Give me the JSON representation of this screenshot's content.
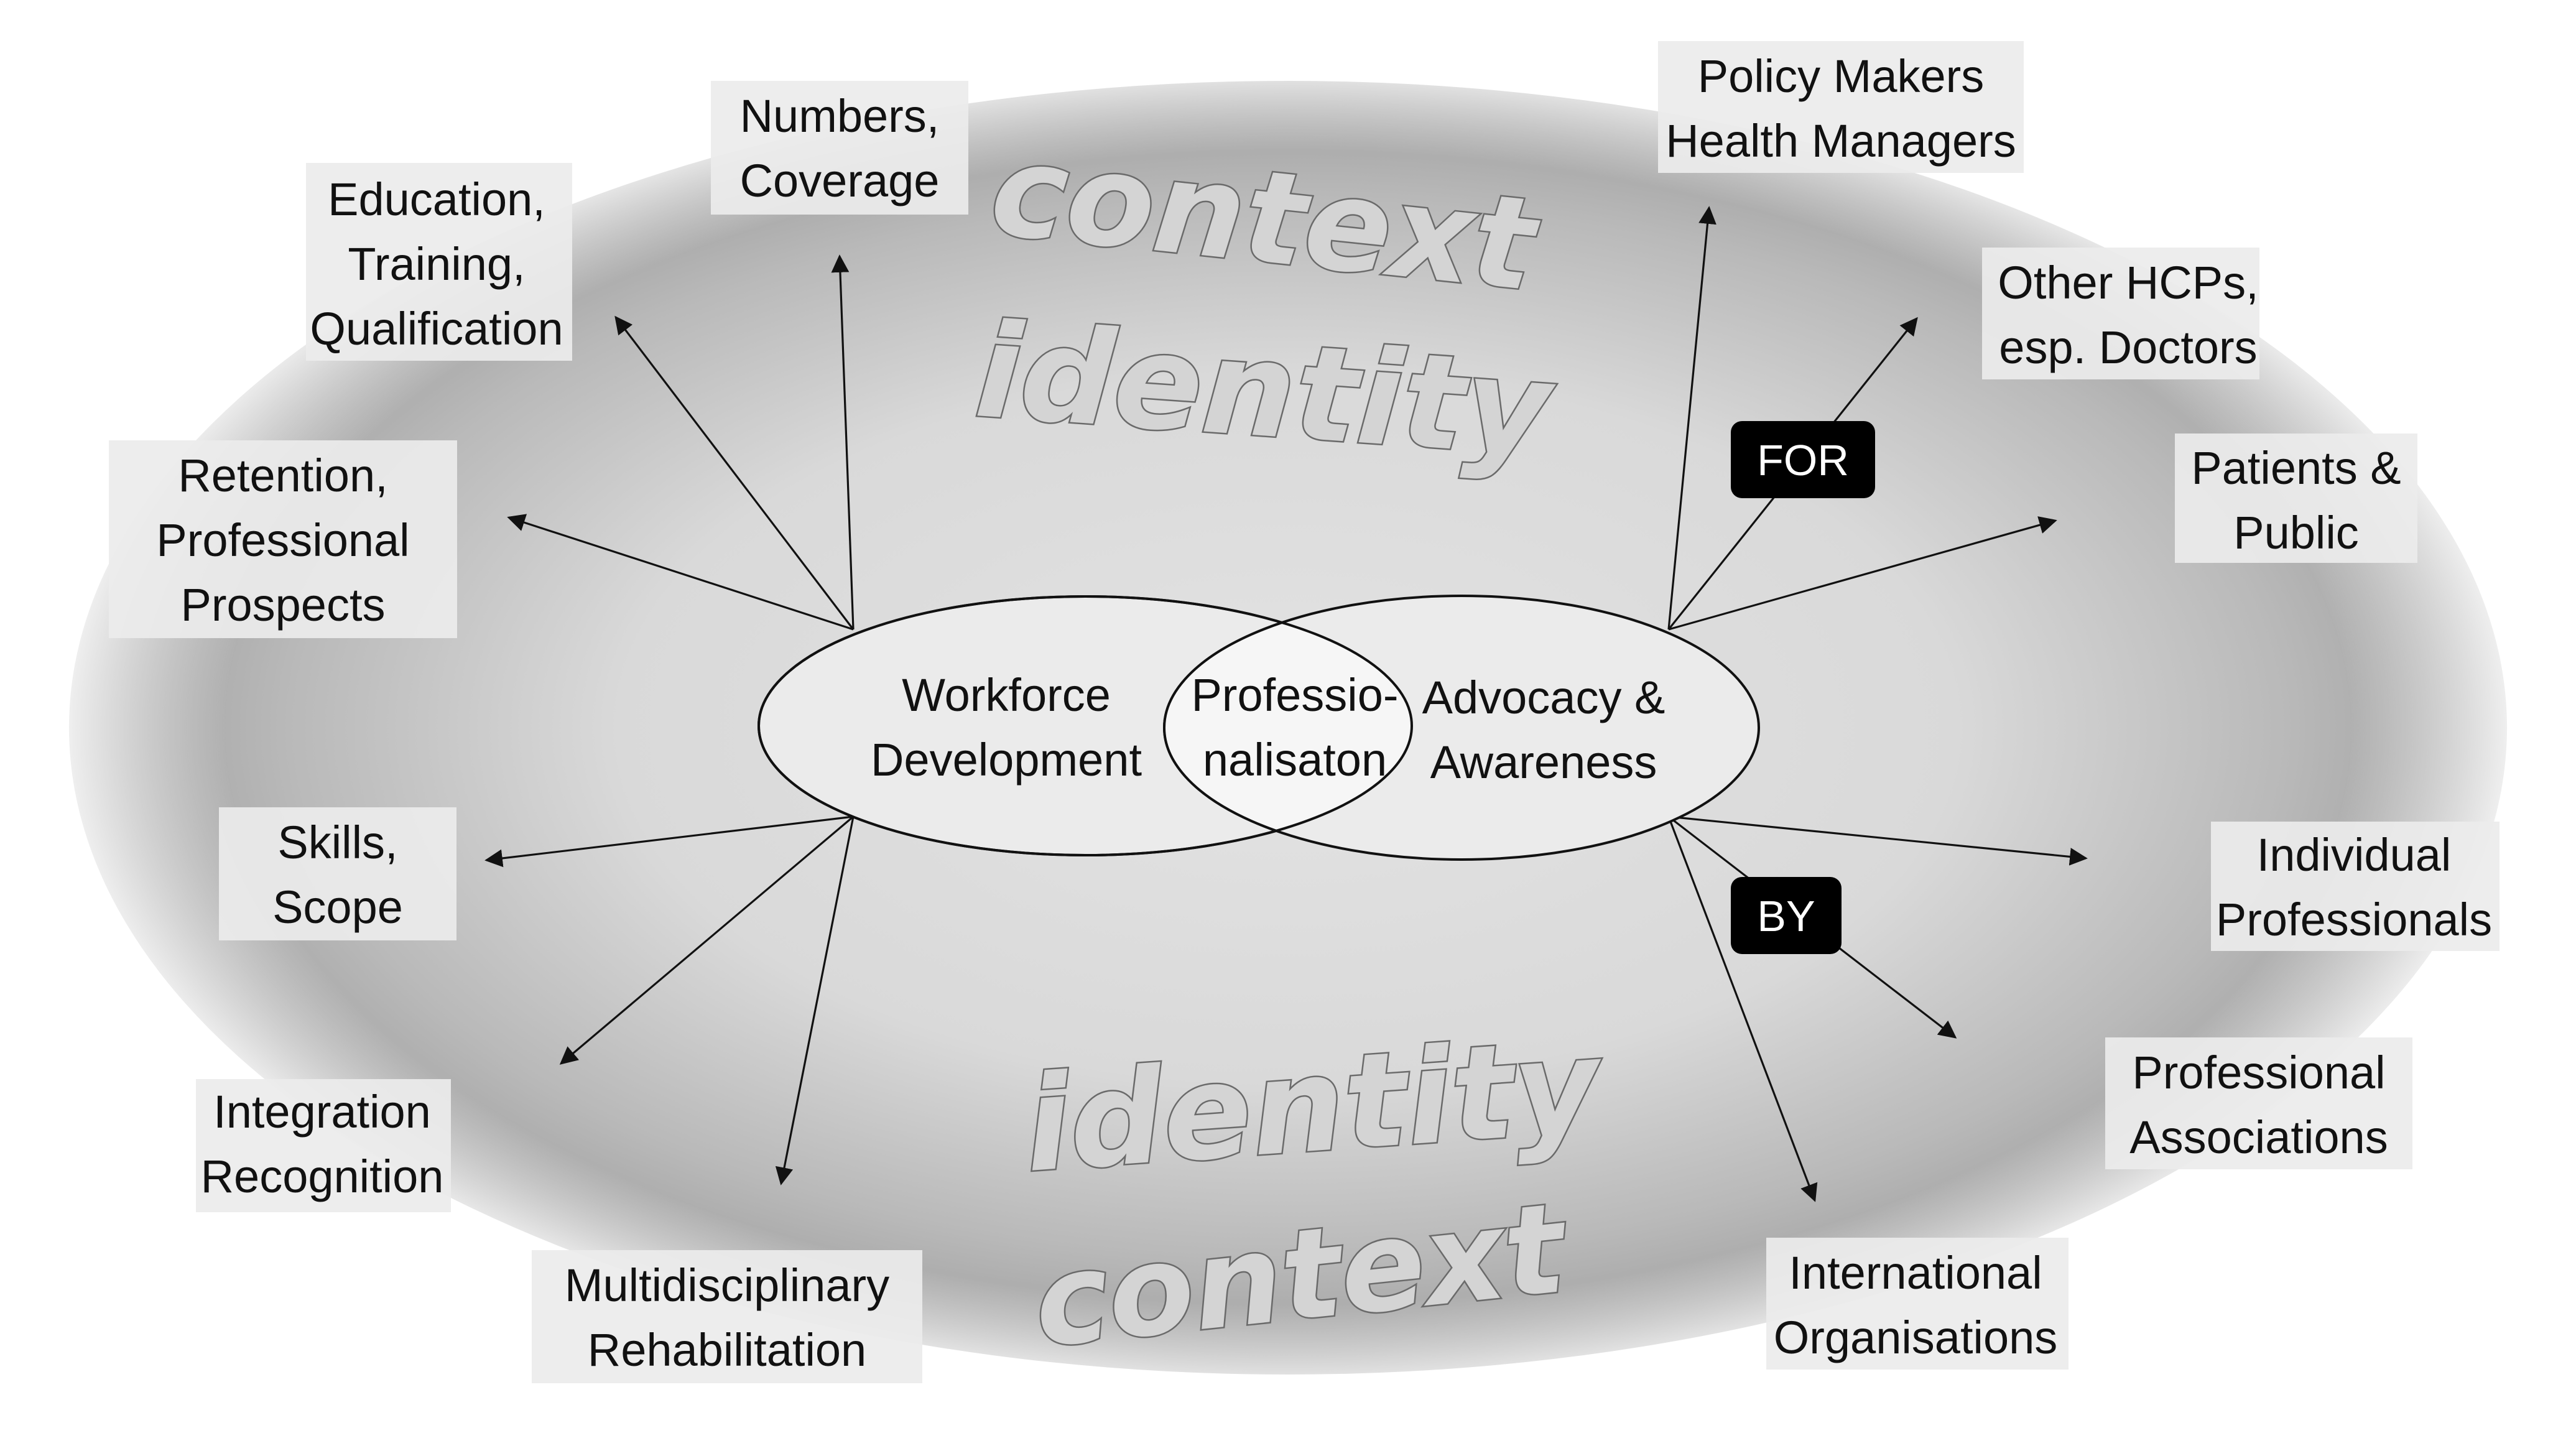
{
  "background_words": {
    "top_context": "context",
    "top_identity": "identity",
    "bottom_identity": "identity",
    "bottom_context": "context"
  },
  "venn": {
    "left": "Workforce Development",
    "center": "Professio- nalisaton",
    "right": "Advocacy & Awareness"
  },
  "labels": {
    "policy_makers": "Policy Makers Health Managers",
    "other_hcps": "Other HCPs, esp. Doctors",
    "patients_public": "Patients & Public",
    "individual_professionals": "Individual Professionals",
    "professional_associations": "Professional Associations",
    "international_organisations": "International Organisations",
    "numbers_coverage": "Numbers, Coverage",
    "education_training": "Education, Training, Qualification",
    "retention": "Retention, Professional Prospects",
    "skills_scope": "Skills, Scope",
    "integration_recognition": "Integration Recognition",
    "multidisciplinary": "Multidisciplinary Rehabilitation"
  },
  "tags": {
    "for": "FOR",
    "by": "BY"
  },
  "colors": {
    "outer_ellipse_edge": "#9a9a9a",
    "outer_ellipse_center": "#e6e6e6",
    "label_box": "#ececec",
    "tag_fill": "#000000"
  }
}
